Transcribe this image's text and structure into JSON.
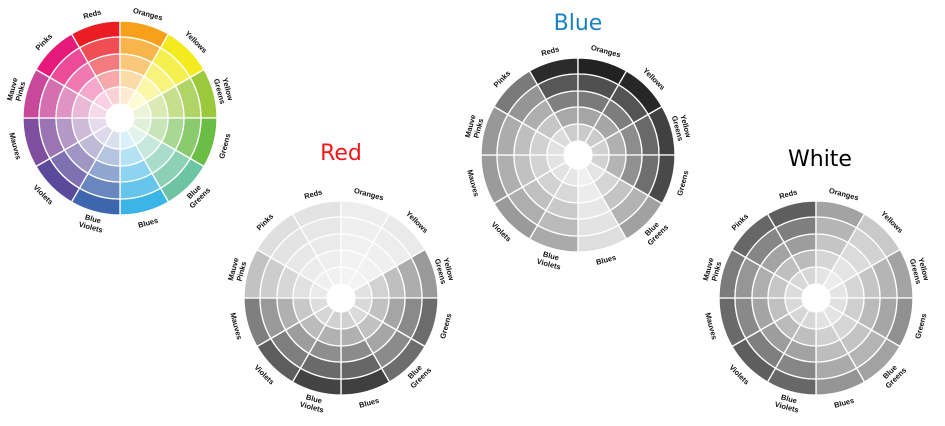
{
  "segments": [
    "Reds",
    "Oranges",
    "Yellows",
    "Yellow Greens",
    "Greens",
    "Blue Greens",
    "Blues",
    "Blue Violets",
    "Violets",
    "Mauves",
    "Mauve Pinks",
    "Pinks"
  ],
  "base_colors": [
    "#ec1c24",
    "#f7a11a",
    "#f4eb1f",
    "#9bc93c",
    "#6abd45",
    "#6cc4a4",
    "#3ab5e6",
    "#3e66ae",
    "#5a4a9c",
    "#7f4e9e",
    "#c8489a",
    "#e7197a"
  ],
  "wheels": [
    {
      "id": "color",
      "title": "",
      "mode": "color",
      "title_color": "#000000"
    },
    {
      "id": "red",
      "title": "Red",
      "mode": "red",
      "title_color": "#f01818"
    },
    {
      "id": "blue",
      "title": "Blue",
      "mode": "blue",
      "title_color": "#1a80c4"
    },
    {
      "id": "white",
      "title": "White",
      "mode": "white",
      "title_color": "#000000"
    }
  ]
}
